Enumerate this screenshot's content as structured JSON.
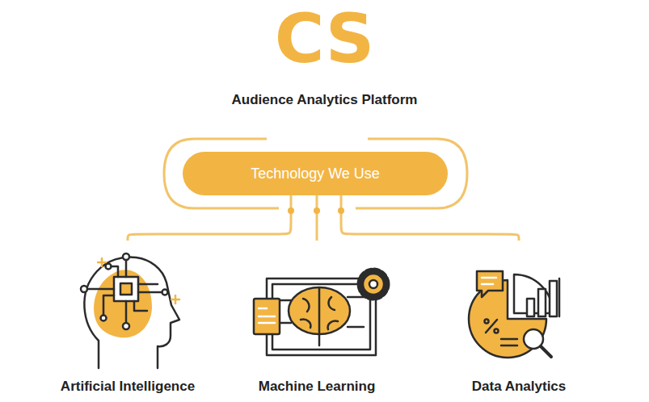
{
  "diagram": {
    "title": "CS",
    "nodes": [
      {
        "text": [
          "Technology We Use"
        ]
      },
      {
        "text": [
          "Artificial Intelligence"
        ]
      },
      {
        "text": [
          "Machine Learning"
        ]
      },
      {
        "text": [
          "Data Analytics"
        ]
      }
    ],
    "edges": [
      {
        "from": 0,
        "to": 1,
        "arrow": "none"
      },
      {
        "from": 0,
        "to": 2,
        "arrow": "none"
      },
      {
        "from": 0,
        "to": 3,
        "arrow": "none"
      }
    ],
    "labels": [
      "Audience Analytics Platform"
    ]
  }
}
